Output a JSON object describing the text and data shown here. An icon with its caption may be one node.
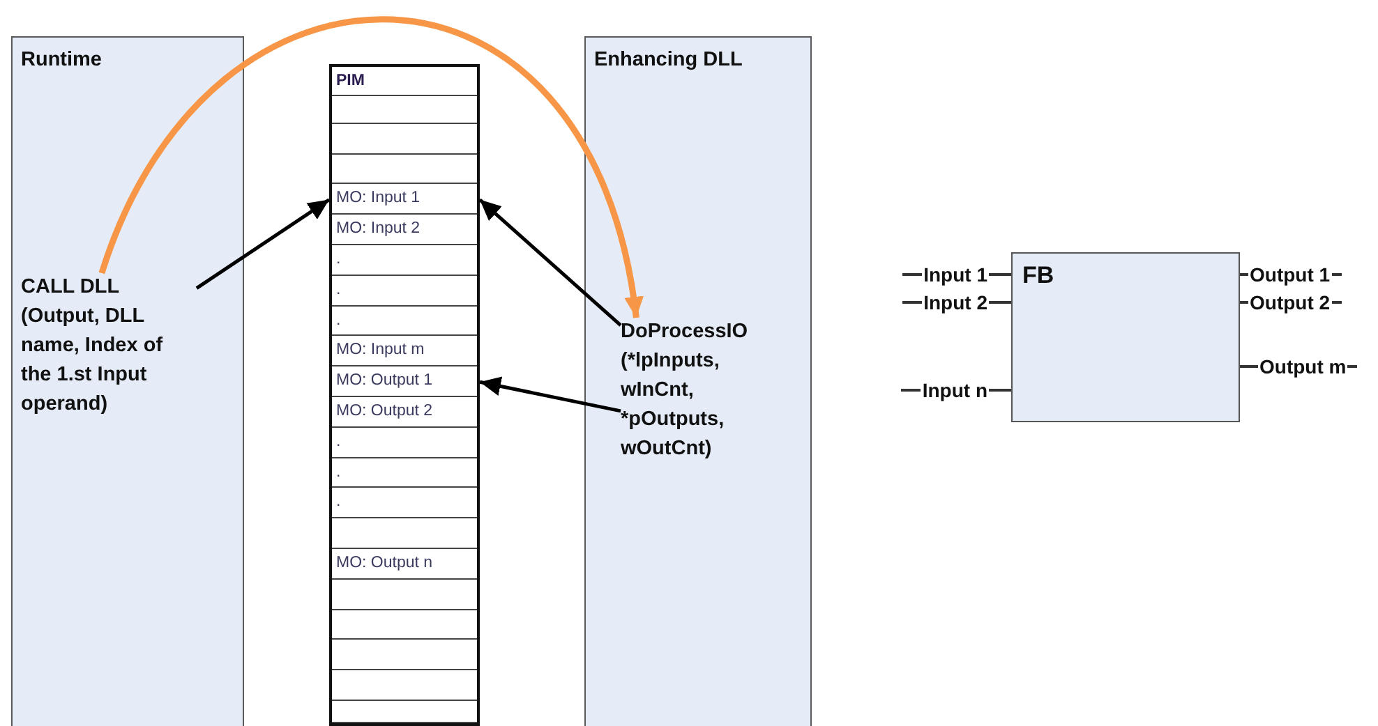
{
  "diagram": {
    "nodes": [
      {
        "text": [
          "Runtime"
        ]
      },
      {
        "text": [
          "CALL DLL (Output, DLL name, Index of the 1.st Input operand)"
        ],
        "in": 0
      },
      {
        "text": [
          "PIM"
        ]
      },
      {
        "text": [],
        "shape": "box",
        "in": 2
      },
      {
        "text": [],
        "shape": "box",
        "in": 2
      },
      {
        "text": [],
        "shape": "box",
        "in": 2
      },
      {
        "text": [
          "MO: Input 1"
        ],
        "in": 2
      },
      {
        "text": [
          "MO: Input 2"
        ],
        "in": 2
      },
      {
        "text": [
          "."
        ],
        "in": 2
      },
      {
        "text": [
          "."
        ],
        "in": 2
      },
      {
        "text": [
          "."
        ],
        "in": 2
      },
      {
        "text": [
          "MO: Input m"
        ],
        "in": 2
      },
      {
        "text": [
          "MO: Output 1"
        ],
        "in": 2
      },
      {
        "text": [
          "MO: Output 2"
        ],
        "in": 2
      },
      {
        "text": [
          "."
        ],
        "in": 2
      },
      {
        "text": [
          "."
        ],
        "in": 2
      },
      {
        "text": [
          "."
        ],
        "in": 2
      },
      {
        "text": [],
        "shape": "box",
        "in": 2
      },
      {
        "text": [
          "MO: Output n"
        ],
        "in": 2
      },
      {
        "text": [],
        "shape": "box",
        "in": 2
      },
      {
        "text": [],
        "shape": "box",
        "in": 2
      },
      {
        "text": [],
        "shape": "box",
        "in": 2
      },
      {
        "text": [],
        "shape": "box",
        "in": 2
      },
      {
        "text": [],
        "shape": "box",
        "in": 2
      },
      {
        "text": [
          "Enhancing DLL"
        ]
      },
      {
        "text": [
          "DoProcessIO (*lpInputs, wInCnt, *pOutputs, wOutCnt)"
        ],
        "in": 24
      },
      {
        "text": [
          "FB"
        ]
      }
    ],
    "edges": [
      {
        "from": 1,
        "to": 6,
        "arrow": "to"
      },
      {
        "from": 25,
        "to": 6,
        "arrow": "to"
      },
      {
        "from": 25,
        "to": 12,
        "arrow": "to"
      },
      {
        "from": 1,
        "to": 25,
        "arrow": "to",
        "style": "thick",
        "color": "#f79646"
      }
    ],
    "labels": [
      "Input 1",
      "Input 2",
      "Input n",
      "Output 1",
      "Output 2",
      "Output m"
    ]
  }
}
